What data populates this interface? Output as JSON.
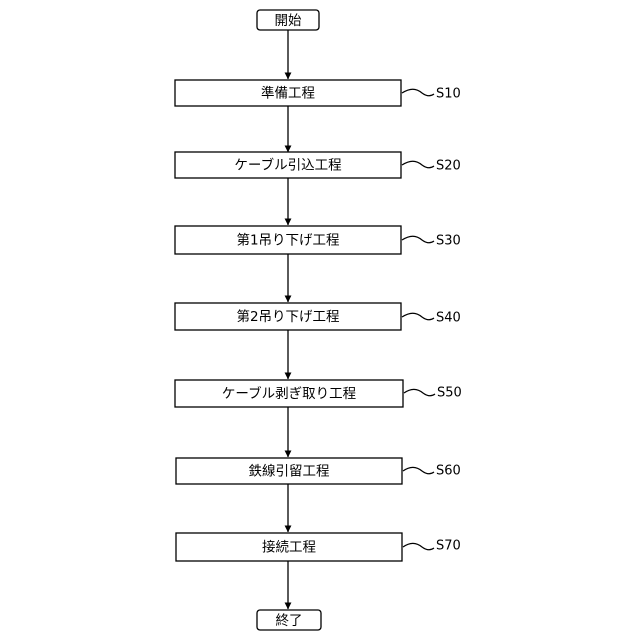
{
  "flow": {
    "start": "開始",
    "end": "終了",
    "steps": [
      {
        "label": "準備工程",
        "id": "S10"
      },
      {
        "label": "ケーブル引込工程",
        "id": "S20"
      },
      {
        "label": "第1吊り下げ工程",
        "id": "S30"
      },
      {
        "label": "第2吊り下げ工程",
        "id": "S40"
      },
      {
        "label": "ケーブル剥ぎ取り工程",
        "id": "S50"
      },
      {
        "label": "鉄線引留工程",
        "id": "S60"
      },
      {
        "label": "接続工程",
        "id": "S70"
      }
    ]
  }
}
